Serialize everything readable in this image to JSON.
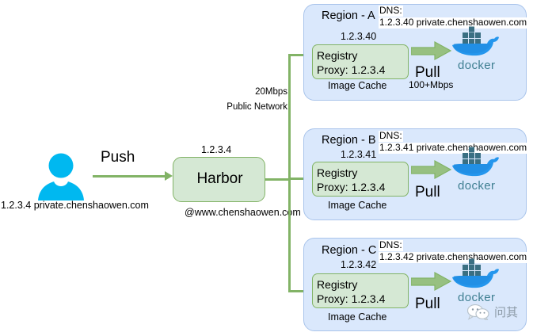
{
  "diagram": {
    "title": "Harbor multi-region registry proxy cache architecture",
    "colors": {
      "arrow_green": "#82b366",
      "box_green_fill": "#d5e8d4",
      "region_blue_fill": "#dae8fc",
      "region_blue_border": "#a9c4eb",
      "user_cyan": "#00b8f0",
      "docker_teal": "#2496ed",
      "docker_text": "#3f7f92"
    }
  },
  "client": {
    "icon": "user-icon",
    "label": "1.2.3.4 private.chenshaowen.com",
    "push_label": "Push"
  },
  "harbor": {
    "ip": "1.2.3.4",
    "name": "Harbor",
    "host": "@www.chenshaowen.com"
  },
  "network": {
    "bandwidth": "20Mbps",
    "type": "Public Network"
  },
  "regions": [
    {
      "name": "Region - A",
      "dns_title": "DNS:",
      "dns_value": "1.2.3.40 private.chenshaowen.com",
      "ip": "1.2.3.40",
      "registry_line1": "Registry",
      "registry_line2": "Proxy: 1.2.3.4",
      "cache_label": "Image Cache",
      "pull_label": "Pull",
      "pull_bandwidth": "100+Mbps",
      "docker_label": "docker",
      "has_watermark": false
    },
    {
      "name": "Region - B",
      "dns_title": "DNS:",
      "dns_value": "1.2.3.41 private.chenshaowen.com",
      "ip": "1.2.3.41",
      "registry_line1": "Registry",
      "registry_line2": "Proxy: 1.2.3.4",
      "cache_label": "Image Cache",
      "pull_label": "Pull",
      "pull_bandwidth": "",
      "docker_label": "docker",
      "has_watermark": false
    },
    {
      "name": "Region - C",
      "dns_title": "DNS:",
      "dns_value": "1.2.3.42 private.chenshaowen.com",
      "ip": "1.2.3.42",
      "registry_line1": "Registry",
      "registry_line2": "Proxy: 1.2.3.4",
      "cache_label": "Image Cache",
      "pull_label": "Pull",
      "pull_bandwidth": "",
      "docker_label": "docker",
      "has_watermark": true
    }
  ],
  "watermark": {
    "icon": "wechat-icon",
    "text": "问其"
  }
}
